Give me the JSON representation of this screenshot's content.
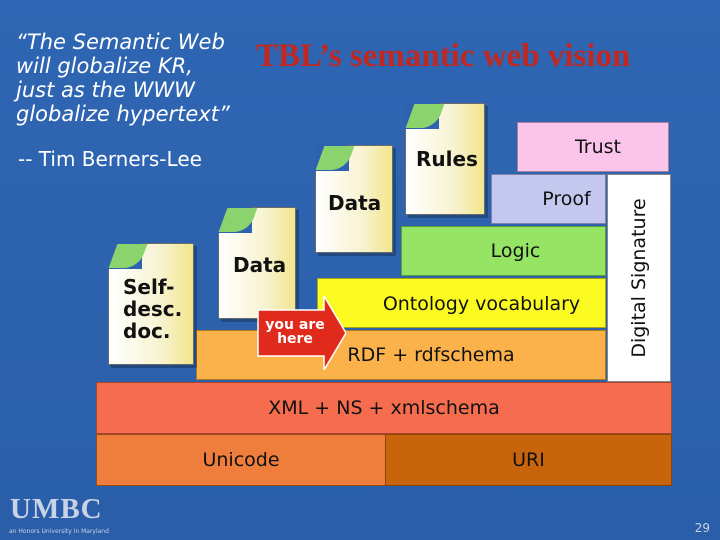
{
  "quote": {
    "lines": [
      "“The Semantic Web",
      "will globalize KR,",
      "just as the WWW",
      "globalize hypertext”"
    ],
    "attribution": "-- Tim Berners-Lee"
  },
  "title": "TBL’s semantic web vision",
  "layers": {
    "unicode": "Unicode",
    "uri": "URI",
    "xml": "XML + NS + xmlschema",
    "rdf": "RDF + rdfschema",
    "ontology": "Ontology vocabulary",
    "logic": "Logic",
    "proof": "Proof",
    "trust": "Trust",
    "digital_signature": "Digital Signature"
  },
  "documents": {
    "self_desc": [
      "Self-",
      "desc.",
      "doc."
    ],
    "data1": "Data",
    "data2": "Data",
    "rules": "Rules"
  },
  "you_are_here": [
    "you are",
    "here"
  ],
  "footer": {
    "logo": "UMBC",
    "logo_subtitle": "an Honors University in Maryland",
    "page_number": "29"
  },
  "colors": {
    "unicode": "#ef7e3c",
    "uri": "#c8640c",
    "xml": "#f56c4f",
    "rdf": "#fbb24a",
    "ontology": "#fbfb22",
    "logic": "#96e463",
    "proof": "#c4c8ee",
    "trust": "#fbc5eb",
    "signature": "#ffffff",
    "title": "#c02822",
    "background": "#2f66b3"
  }
}
